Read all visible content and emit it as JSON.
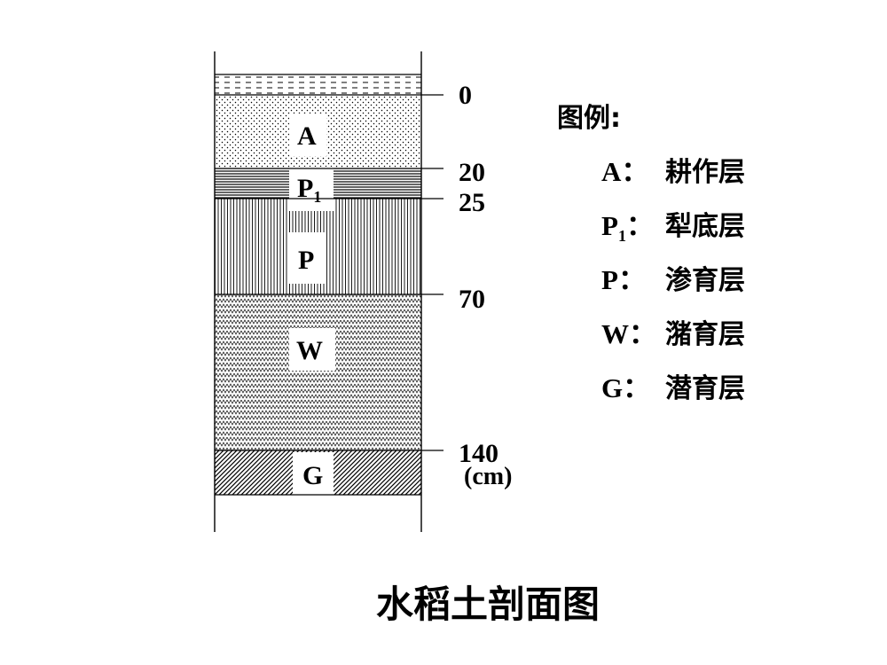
{
  "layers": [
    {
      "code": "A",
      "sub": "",
      "name": "耕作层",
      "top_cm": 0,
      "bottom_cm": 20,
      "pattern": "dots"
    },
    {
      "code": "P",
      "sub": "1",
      "name": "犁底层",
      "top_cm": 20,
      "bottom_cm": 25,
      "pattern": "horizontal-lines"
    },
    {
      "code": "P",
      "sub": "",
      "name": "渗育层",
      "top_cm": 25,
      "bottom_cm": 70,
      "pattern": "vertical-lines"
    },
    {
      "code": "W",
      "sub": "",
      "name": "潴育层",
      "top_cm": 70,
      "bottom_cm": 140,
      "pattern": "zigzag"
    },
    {
      "code": "G",
      "sub": "",
      "name": "潜育层",
      "top_cm": 140,
      "bottom_cm": null,
      "pattern": "diagonal-lines"
    }
  ],
  "surface_water_pattern": "dashes",
  "depth_ticks": [
    "0",
    "20",
    "25",
    "70",
    "140"
  ],
  "depth_unit": "(cm)",
  "legend": {
    "title": "图例:",
    "items": [
      {
        "code": "A",
        "sub": "",
        "sep": "：",
        "name": "耕作层"
      },
      {
        "code": "P",
        "sub": "1",
        "sep": "：",
        "name": "犁底层"
      },
      {
        "code": "P",
        "sub": "",
        "sep": "：",
        "name": "渗育层"
      },
      {
        "code": "W",
        "sub": "",
        "sep": "：",
        "name": "潴育层"
      },
      {
        "code": "G",
        "sub": "",
        "sep": "：",
        "name": "潜育层"
      }
    ]
  },
  "caption": "水稻土剖面图"
}
